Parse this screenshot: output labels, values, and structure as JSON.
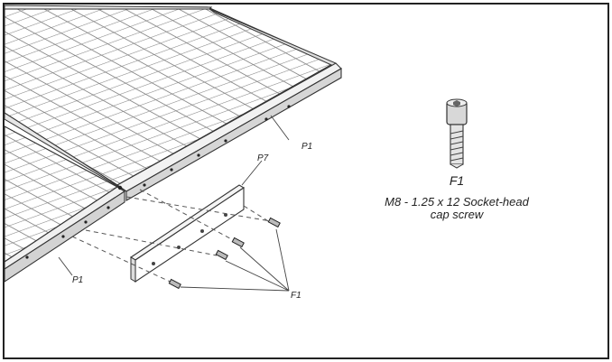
{
  "labels": {
    "p1_top": "P1",
    "p1_bottom": "P1",
    "p7": "P7",
    "f1_screws": "F1"
  },
  "fastener": {
    "id": "F1",
    "spec_line1": "M8 - 1.25 x 12 Socket-head",
    "spec_line2": "cap screw"
  }
}
